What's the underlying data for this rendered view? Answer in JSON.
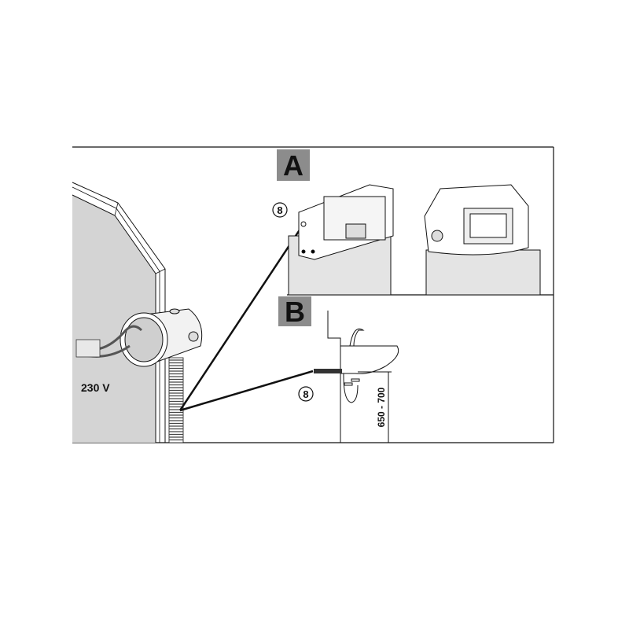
{
  "panels": {
    "a": {
      "label": "A",
      "callout": "8"
    },
    "b": {
      "label": "B",
      "callout": "8",
      "dimension": "650 - 700"
    }
  },
  "voltage_label": "230 V",
  "colors": {
    "wall": "#d4d4d4",
    "label_bg": "#8c8c8c",
    "line": "#111111"
  }
}
